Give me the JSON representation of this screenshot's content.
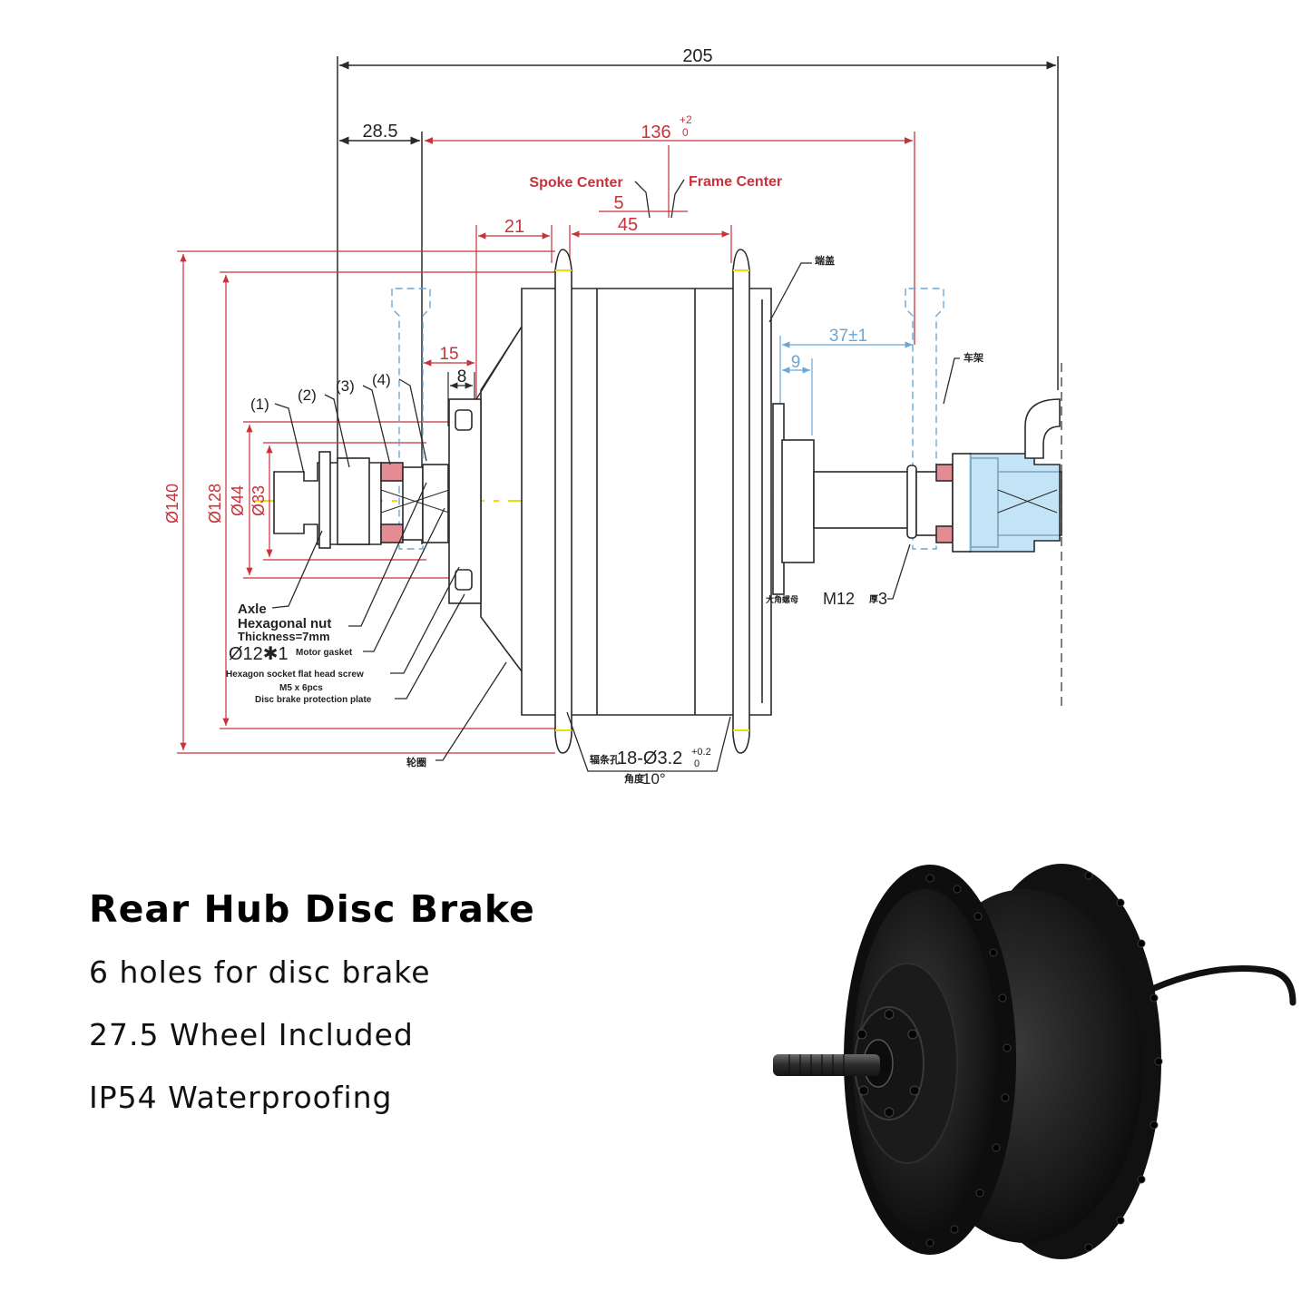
{
  "drawing": {
    "dims": {
      "overall": "205",
      "offset_left": "28.5",
      "frame_width": "136",
      "frame_tol_upper": "+2",
      "frame_tol_lower": "0",
      "spoke_center": "Spoke Center",
      "frame_center": "Frame Center",
      "center_offset": "5",
      "flange_spacing": "45",
      "flange_offset": "21",
      "d15": "15",
      "d8": "8",
      "d37": "37±1",
      "d9": "9",
      "dia140": "Ø140",
      "dia128": "Ø128",
      "dia44": "Ø44",
      "dia33": "Ø33"
    },
    "callouts": {
      "c1": "(1)",
      "c2": "(2)",
      "c3": "(3)",
      "c4": "(4)",
      "axle": "Axle",
      "hex_nut": "Hexagonal nut",
      "thickness": "Thickness=7mm",
      "gasket_size": "Ø12✱1",
      "gasket": "Motor gasket",
      "screw": "Hexagon socket flat head screw",
      "screw_spec": "M5 x 6pcs",
      "plate": "Disc brake protection plate",
      "spoke_holes": "18-Ø3.2",
      "spoke_tol_upper": "+0.2",
      "spoke_tol_lower": "0",
      "angle": "10°",
      "thread": "M12",
      "washer": "3",
      "cn_endcap": "端盖",
      "cn_frame": "车架",
      "cn_nut": "大角螺母",
      "cn_spoke": "辐条孔",
      "cn_angle": "角度",
      "cn_thick": "厚",
      "cn_ring": "轮圈"
    }
  },
  "specs": {
    "title": "Rear Hub Disc Brake",
    "features": [
      "6 holes for disc brake",
      "27.5 Wheel Included",
      "IP54 Waterproofing"
    ]
  },
  "colors": {
    "dimension": "#c8323a",
    "line": "#2a2a2a",
    "blue_dim": "#6aa7d8",
    "frame_fill": "#a9d9f2",
    "washer_fill": "#e58b94",
    "motor": "#1c1c1c",
    "centerline": "#e8e000"
  }
}
